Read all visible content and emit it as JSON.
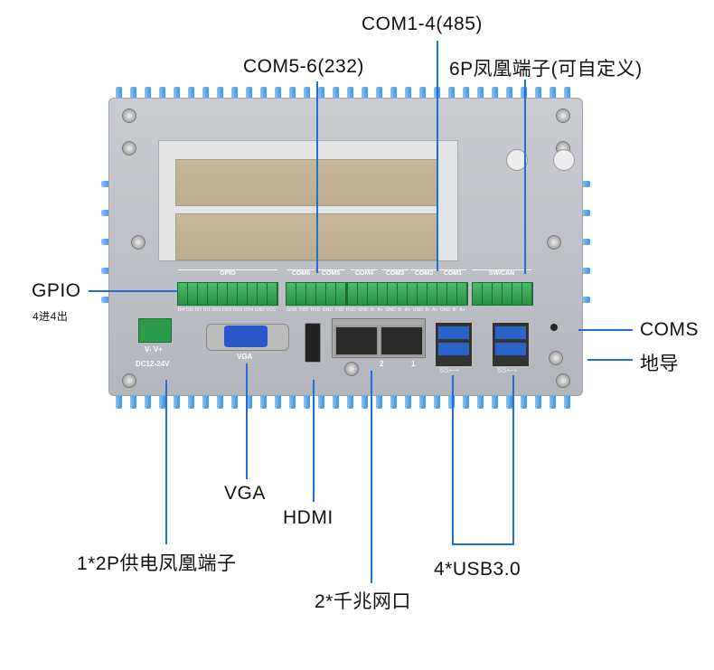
{
  "labels": {
    "com56": "COM5-6(232)",
    "com14": "COM1-4(485)",
    "phoenix6p": "6P凤凰端子(可自定义)",
    "gpio": "GPIO",
    "gpio_sub": "4进4出",
    "coms": "COMS",
    "ground": "地导",
    "vga": "VGA",
    "hdmi": "HDMI",
    "power": "1*2P供电凤凰端子",
    "lan": "2*千兆网口",
    "usb": "4*USB3.0"
  },
  "panel": {
    "gpio": "GPIO",
    "com6": "COM6",
    "com5": "COM5",
    "com4": "COM4",
    "com3": "COM3",
    "com2": "COM2",
    "com1": "COM1",
    "swcan": "SW/CAN",
    "power_pins": "V- V+",
    "power_range": "DC12-24V",
    "vga": "VGA",
    "lan2": "2",
    "lan1": "1",
    "usb_logo": "SS⟷",
    "gpio_pins": [
      "DI4",
      "DI3",
      "DI2",
      "DI1",
      "DO1",
      "DO2",
      "DO3",
      "DO4",
      "GND",
      "VCC"
    ],
    "com_pins": [
      "GND",
      "TXD",
      "RXD",
      "GND",
      "TXD",
      "RXD",
      "GND",
      "B-",
      "A+",
      "GND",
      "B-",
      "A+",
      "GND",
      "B-",
      "A+",
      "GND",
      "B-",
      "A+"
    ]
  },
  "colors": {
    "line": "#1f6fd8",
    "fin": "#3d93e8",
    "terminal": "#2d9c4a"
  }
}
